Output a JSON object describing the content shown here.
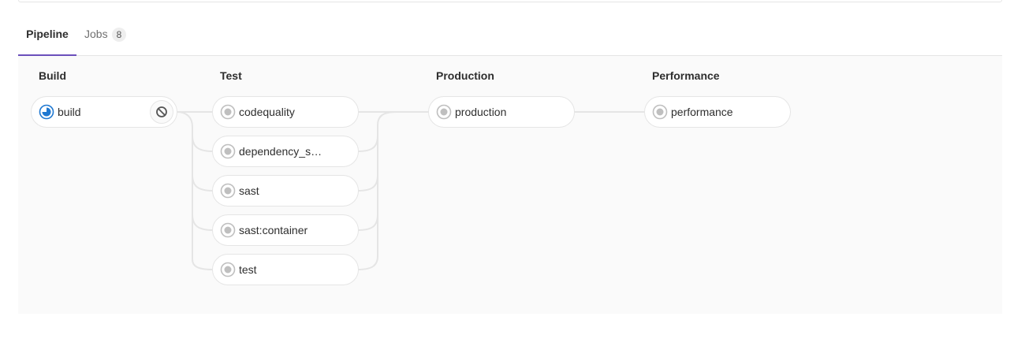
{
  "tabs": {
    "pipeline_label": "Pipeline",
    "jobs_label": "Jobs",
    "jobs_count": "8"
  },
  "stages": {
    "build": {
      "title": "Build",
      "jobs": [
        {
          "name": "build",
          "status": "running",
          "action": "cancel-icon"
        }
      ]
    },
    "test": {
      "title": "Test",
      "jobs": [
        {
          "name": "codequality",
          "status": "created"
        },
        {
          "name": "dependency_s…",
          "status": "created"
        },
        {
          "name": "sast",
          "status": "created"
        },
        {
          "name": "sast:container",
          "status": "created"
        },
        {
          "name": "test",
          "status": "created"
        }
      ]
    },
    "production": {
      "title": "Production",
      "jobs": [
        {
          "name": "production",
          "status": "created"
        }
      ]
    },
    "performance": {
      "title": "Performance",
      "jobs": [
        {
          "name": "performance",
          "status": "created"
        }
      ]
    }
  },
  "colors": {
    "accent": "#6b4fbb",
    "running": "#1f78d1",
    "created": "#bfbfbf",
    "connector": "#e5e5e5"
  }
}
